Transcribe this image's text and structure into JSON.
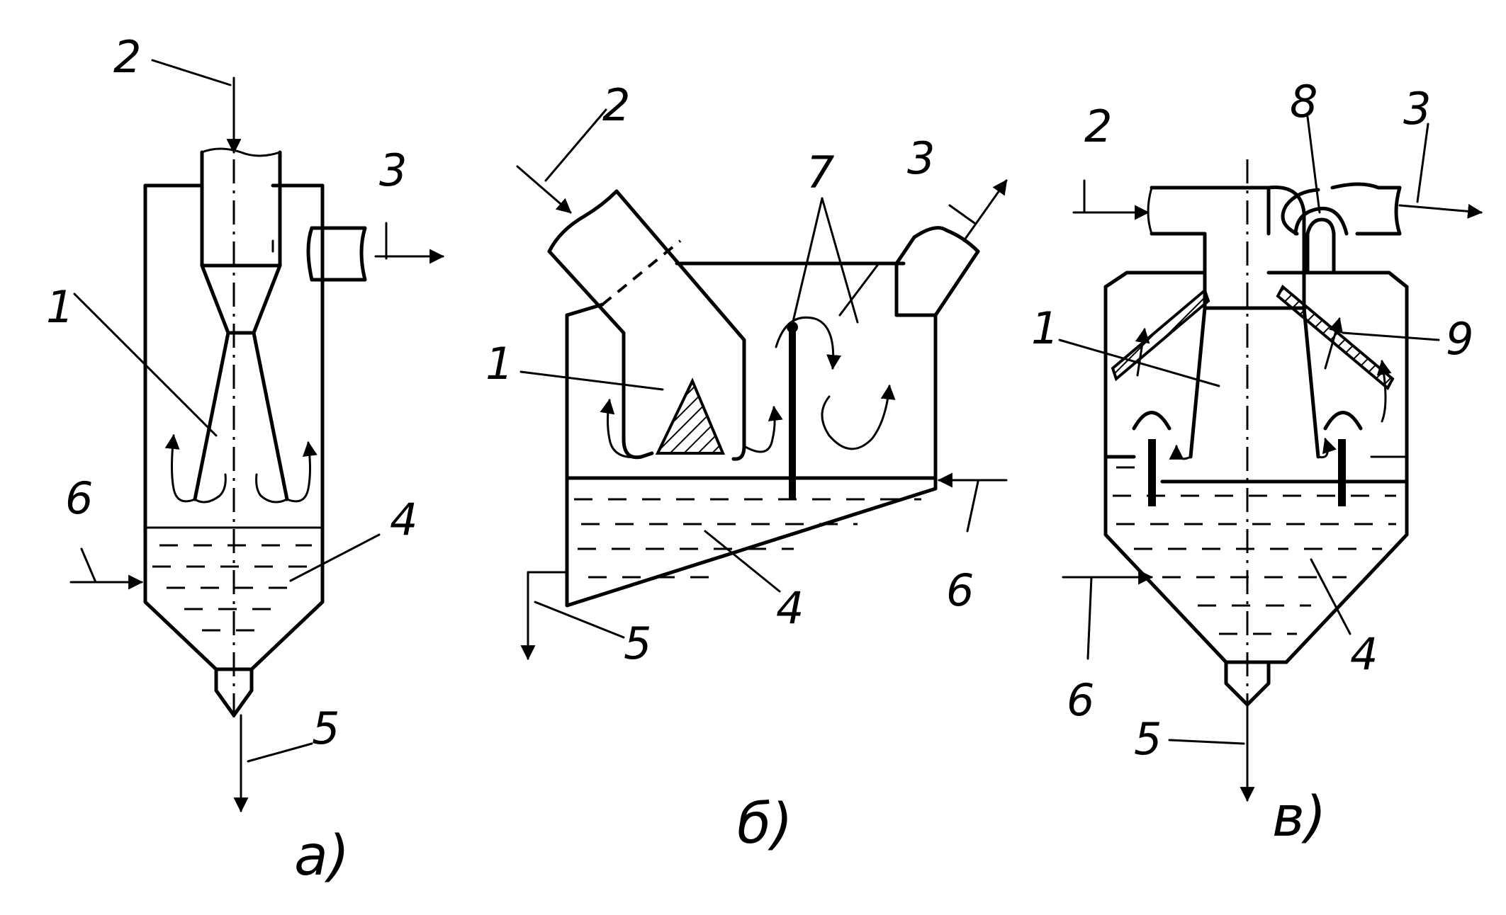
{
  "diagram": {
    "panels": [
      {
        "id": "a",
        "caption": "а)",
        "labels": [
          "2",
          "3",
          "1",
          "6",
          "4",
          "5"
        ]
      },
      {
        "id": "b",
        "caption": "б)",
        "labels": [
          "2",
          "3",
          "7",
          "1",
          "4",
          "6",
          "5"
        ]
      },
      {
        "id": "v",
        "caption": "в)",
        "labels": [
          "2",
          "8",
          "3",
          "1",
          "9",
          "4",
          "6",
          "5"
        ]
      }
    ]
  }
}
